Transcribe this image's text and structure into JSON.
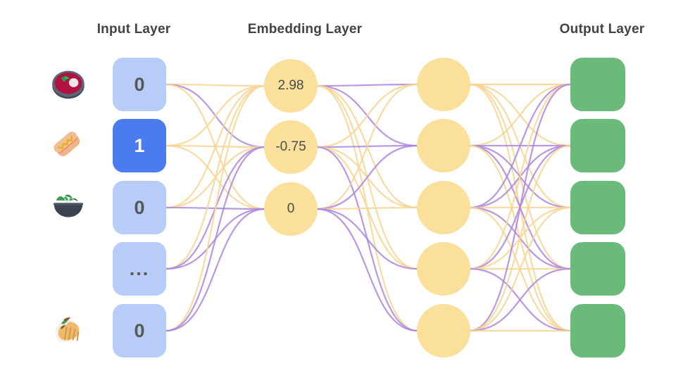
{
  "diagram": {
    "title_input": "Input Layer",
    "title_embedding": "Embedding Layer",
    "title_output": "Output Layer",
    "background_color": "#ffffff",
    "title_color": "#434343"
  },
  "colors": {
    "input_box": "#b7cdf7",
    "input_box_active": "#4a7cef",
    "input_text": "#575757",
    "input_text_active": "#ffffff",
    "embedding_circle": "#fae09a",
    "embedding_text": "#4a4a4a",
    "hidden_circle": "#fae09a",
    "output_box": "#6aba7a",
    "edge_purple": "#ab86de",
    "edge_yellow": "#f6d592"
  },
  "input_layer": {
    "nodes": [
      {
        "icon": "cut-of-meat-emoji",
        "value": "0",
        "active": false
      },
      {
        "icon": "hot-dog-emoji",
        "value": "1",
        "active": true
      },
      {
        "icon": "green-salad-emoji",
        "value": "0",
        "active": false
      },
      {
        "icon": "",
        "value": "...",
        "active": false
      },
      {
        "icon": "burrito-emoji",
        "value": "0",
        "active": false
      }
    ]
  },
  "embedding_layer": {
    "nodes": [
      {
        "value": "2.98"
      },
      {
        "value": "-0.75"
      },
      {
        "value": "0"
      }
    ]
  },
  "hidden_layer": {
    "nodes": [
      {
        "value": ""
      },
      {
        "value": ""
      },
      {
        "value": ""
      },
      {
        "value": ""
      },
      {
        "value": ""
      }
    ]
  },
  "output_layer": {
    "nodes": [
      {
        "value": ""
      },
      {
        "value": ""
      },
      {
        "value": ""
      },
      {
        "value": ""
      },
      {
        "value": ""
      }
    ]
  }
}
